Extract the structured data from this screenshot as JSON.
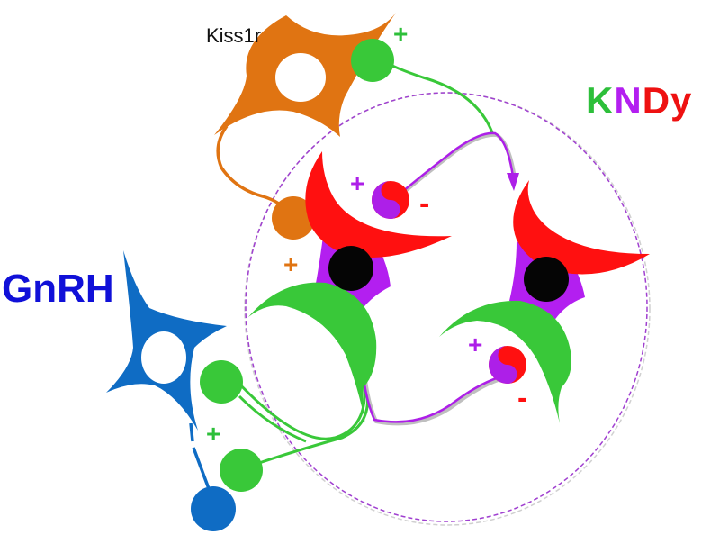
{
  "labels": {
    "gnrh": "GnRH",
    "kiss1r": "Kiss1r",
    "kndy": {
      "k": "K",
      "n": "N",
      "dy": "Dy"
    }
  },
  "signs": {
    "kiss_terminal": "+",
    "kndy_to_kndy": "+",
    "kndy_to_kndy_minus": "-",
    "kndy_to_kiss": "+",
    "autoreceptor_plus": "+",
    "autoreceptor_minus": "-",
    "gnrh_terminal": "+"
  },
  "colors": {
    "gnrh": "#0f6cc4",
    "gnrh_text": "#1010d8",
    "kiss1r": "#e07412",
    "kndy_k": "#2dbf3a",
    "kndy_n": "#b31ff0",
    "kndy_dy": "#ee1111",
    "green": "#39c839",
    "red": "#ff1010",
    "purple": "#ad1fe8",
    "dashed_circle": "#a040d0"
  }
}
